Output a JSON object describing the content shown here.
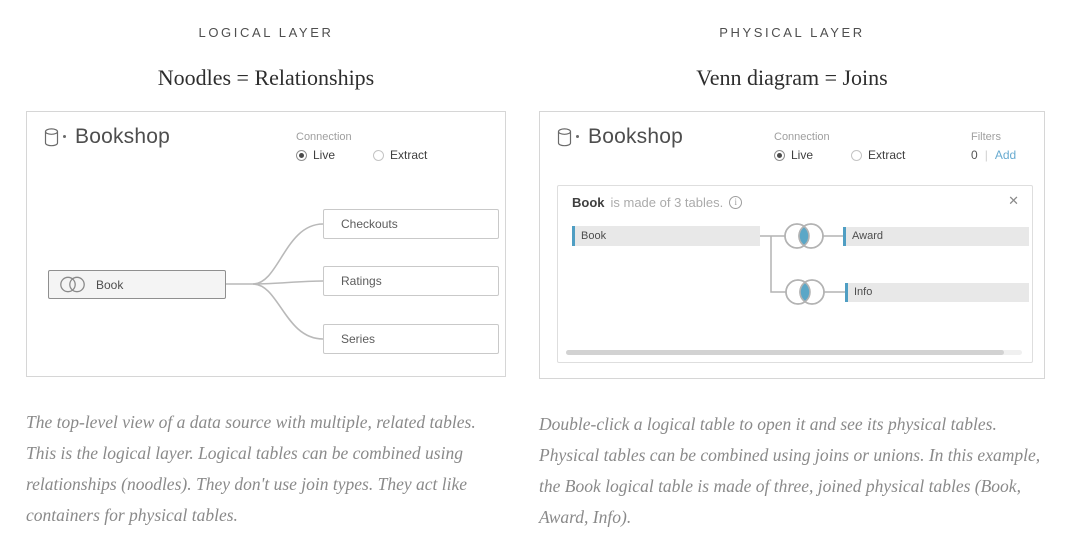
{
  "icons": {
    "info": "i",
    "close": "✕",
    "divider": "|"
  },
  "left": {
    "eyebrow": "LOGICAL LAYER",
    "title": "Noodles = Relationships",
    "screenshot": {
      "datasource_name": "Bookshop",
      "connection_label": "Connection",
      "radio_live": "Live",
      "radio_extract": "Extract",
      "root_table": "Book",
      "related_tables": [
        "Checkouts",
        "Ratings",
        "Series"
      ]
    },
    "caption": "The top-level view of a data source with multiple, related tables. This is the logical layer. Logical tables can be combined using relationships (noodles). They don't use join types. They act like containers for physical tables."
  },
  "right": {
    "eyebrow": "PHYSICAL LAYER",
    "title": "Venn diagram = Joins",
    "screenshot": {
      "datasource_name": "Bookshop",
      "connection_label": "Connection",
      "radio_live": "Live",
      "radio_extract": "Extract",
      "filters_label": "Filters",
      "filters_count": "0",
      "filters_add": "Add",
      "join_panel": {
        "table_name": "Book",
        "subtitle": "is made of 3 tables.",
        "left_table": "Book",
        "join_tables": [
          "Award",
          "Info"
        ]
      }
    },
    "caption": "Double-click a logical table to open it and see its physical tables. Physical tables can be combined using joins or unions. In this example, the Book logical table is made of three, joined physical tables (Book, Award, Info)."
  },
  "colors": {
    "accent_blue": "#4f9ec3",
    "venn_fill": "#5ba7c7",
    "link_blue": "#68abd0"
  }
}
